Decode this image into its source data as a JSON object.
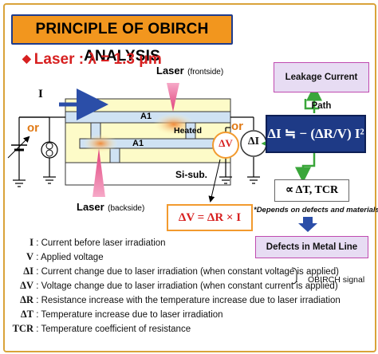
{
  "title": "PRINCIPLE OF OBIRCH ANALYSIS",
  "laser_heading": "Laser : λ = 1.3 μm",
  "diagram": {
    "current_label": "I",
    "laser_frontside_label": "Laser",
    "laser_frontside_sub": "(frontside)",
    "laser_backside_label": "Laser",
    "laser_backside_sub": "(backside)",
    "a1_top": "A1",
    "a1_bottom": "A1",
    "heated": "Heated",
    "si_sub": "Si-sub.",
    "or_left": "or",
    "or_right": "or",
    "delta_v": "ΔV",
    "delta_i": "ΔI",
    "eq_small": "ΔV = ΔR × I"
  },
  "flow": {
    "leakage": "Leakage Current Path",
    "main_eq": "ΔI ≒ − (ΔR/V) I²",
    "tcr_eq": "∝ ΔT, TCR",
    "depends_note": "*Depends on defects and materials",
    "defects": "Defects in Metal Line"
  },
  "legend": [
    {
      "sym": "I",
      "text": " : Current before laser irradiation"
    },
    {
      "sym": "V",
      "text": " : Applied voltage"
    },
    {
      "sym": "ΔI",
      "text": " : Current change due to laser irradiation (when constant voltage is applied)"
    },
    {
      "sym": "ΔV",
      "text": " : Voltage change due to laser irradiation (when constant current is applied)"
    },
    {
      "sym": "ΔR",
      "text": " : Resistance increase with the temperature increase due to laser irradiation"
    },
    {
      "sym": "ΔT",
      "text": " : Temperature increase due to laser irradiation"
    },
    {
      "sym": "TCR",
      "text": " : Temperature coefficient of resistance"
    }
  ],
  "obirch_signal": "OBIRCH signal",
  "colors": {
    "title_bg": "#f2961e",
    "accent_red": "#d72020",
    "navy": "#1e3a86",
    "lavender": "#e7dcf3",
    "green_arrow": "#3aa63a",
    "metal": "#cfe2f3",
    "chip": "#fdfbc8"
  }
}
